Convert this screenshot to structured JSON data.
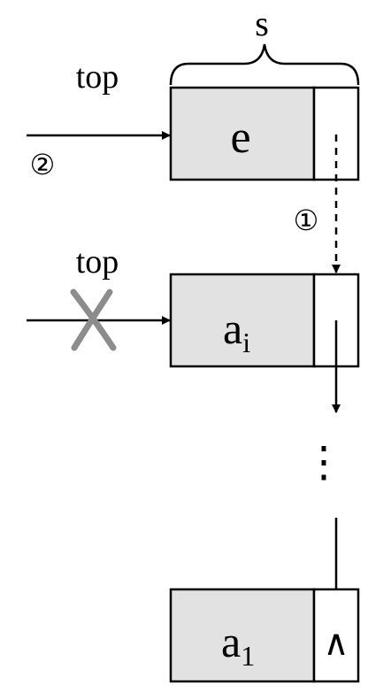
{
  "labels": {
    "s": "s",
    "top_upper": "top",
    "top_lower": "top",
    "step_2": "②",
    "step_1": "①",
    "node_e": "e",
    "node_ai_base": "a",
    "node_ai_sub": "i",
    "node_a1_base": "a",
    "node_a1_sub": "1",
    "ellipsis": "⋮",
    "null_pointer": "∧"
  },
  "colors": {
    "node_fill": "#e2e2e2",
    "line": "#000000",
    "removed_cross": "#8c8c8c"
  }
}
